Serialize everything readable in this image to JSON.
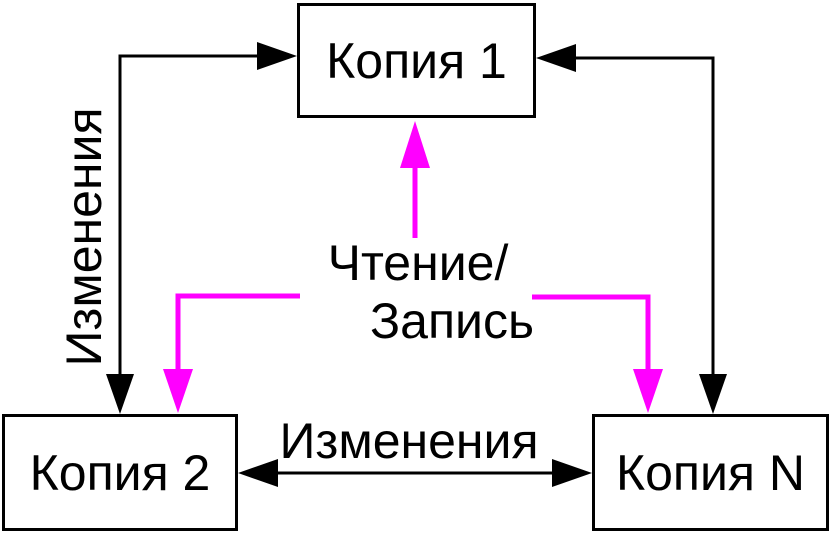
{
  "title": "Replica synchronization diagram",
  "colors": {
    "line": "#000000",
    "accent": "#ff00ff",
    "node_border": "#000000",
    "node_bg": "#ffffff",
    "background": "#ffffff",
    "text": "#000000"
  },
  "nodes": {
    "copy1": {
      "label": "Копия 1"
    },
    "copy2": {
      "label": "Копия 2"
    },
    "copyN": {
      "label": "Копия N"
    }
  },
  "edges": {
    "changes_left": {
      "label": "Изменения",
      "from": "Копия 1",
      "to": "Копия 2",
      "direction": "bidirectional",
      "color": "#000000"
    },
    "changes_right": {
      "label": "",
      "from": "Копия 1",
      "to": "Копия N",
      "direction": "bidirectional",
      "color": "#000000"
    },
    "changes_bottom": {
      "label": "Изменения",
      "from": "Копия 2",
      "to": "Копия N",
      "direction": "bidirectional",
      "color": "#000000"
    },
    "read_write": {
      "label_lines": [
        "Чтение/",
        "Запись"
      ],
      "targets": [
        "Копия 1",
        "Копия 2",
        "Копия N"
      ],
      "direction": "outgoing",
      "color": "#ff00ff"
    }
  }
}
